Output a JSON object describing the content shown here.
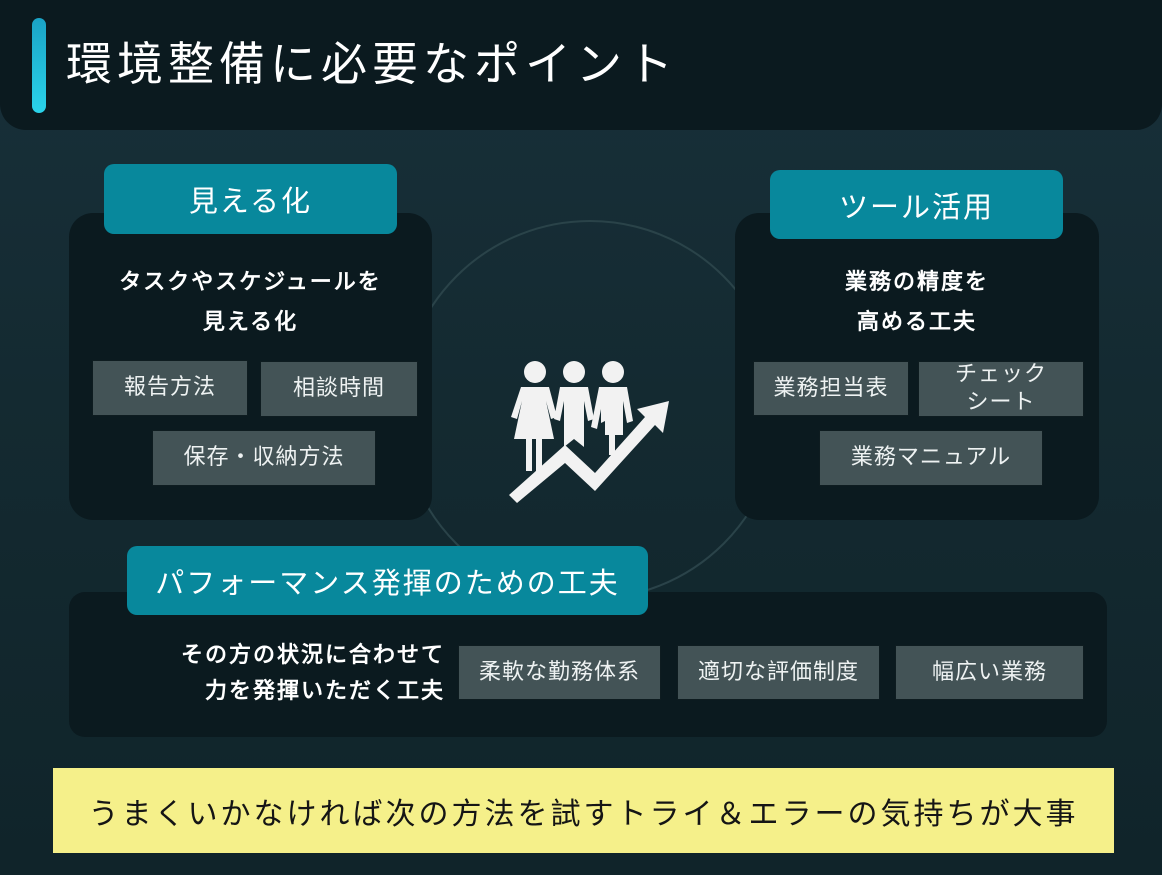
{
  "header": {
    "title": "環境整備に必要なポイント",
    "accent_color": "#2ad3ea"
  },
  "colors": {
    "background": "#142a30",
    "panel": "#0b1a1f",
    "tab": "#08889c",
    "chip": "#435356",
    "banner": "#f5f08a"
  },
  "center_icon": "team-growth-arrow-icon",
  "sections": {
    "visualization": {
      "tab_label": "見える化",
      "description_line1": "タスクやスケジュールを",
      "description_line2": "見える化",
      "chips": [
        "報告方法",
        "相談時間",
        "保存・収納方法"
      ]
    },
    "tools": {
      "tab_label": "ツール活用",
      "description_line1": "業務の精度を",
      "description_line2": "高める工夫",
      "chips": [
        "業務担当表",
        "チェック\nシート",
        "業務マニュアル"
      ]
    },
    "performance": {
      "tab_label": "パフォーマンス発揮のための工夫",
      "description_line1": "その方の状況に合わせて",
      "description_line2": "力を発揮いただく工夫",
      "chips": [
        "柔軟な勤務体系",
        "適切な評価制度",
        "幅広い業務"
      ]
    }
  },
  "banner": {
    "text": "うまくいかなければ次の方法を試すトライ＆エラーの気持ちが大事"
  }
}
